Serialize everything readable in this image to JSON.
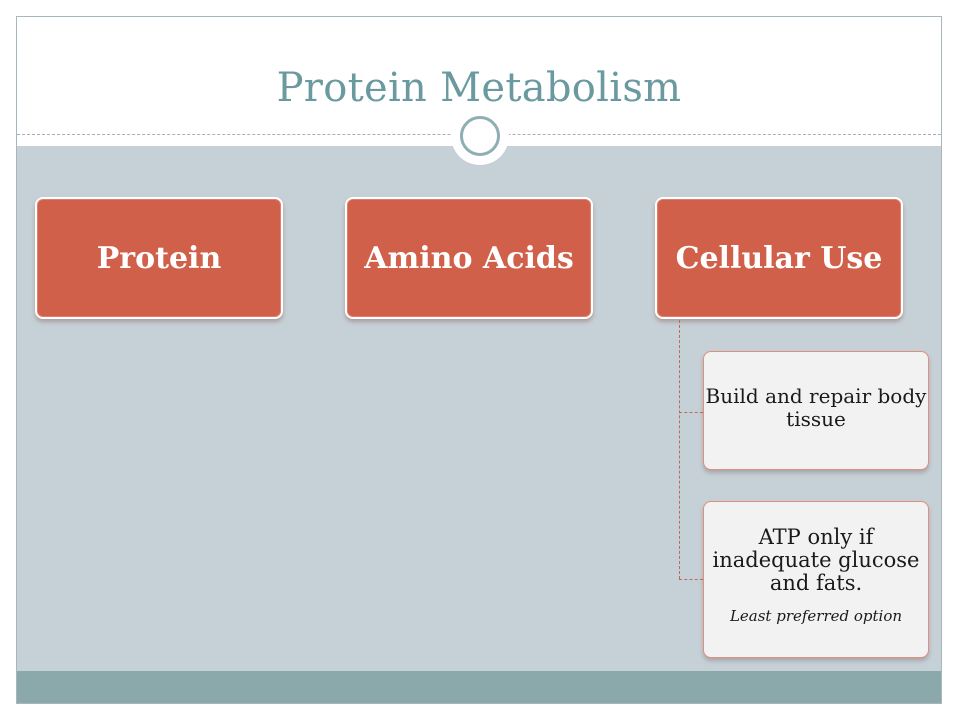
{
  "slide": {
    "title": "Protein Metabolism"
  },
  "flow": {
    "stages": [
      {
        "label": "Protein"
      },
      {
        "label": "Amino Acids"
      },
      {
        "label": "Cellular Use"
      }
    ],
    "cellular_use_details": [
      {
        "text": "Build and repair body tissue"
      },
      {
        "text": "ATP only if inadequate glucose and fats.",
        "note": "Least preferred option"
      }
    ]
  },
  "colors": {
    "title": "#6a9aa0",
    "stage_fill": "#d1604a",
    "content_band": "#c6d1d7",
    "footer_band": "#8ba9ab"
  }
}
